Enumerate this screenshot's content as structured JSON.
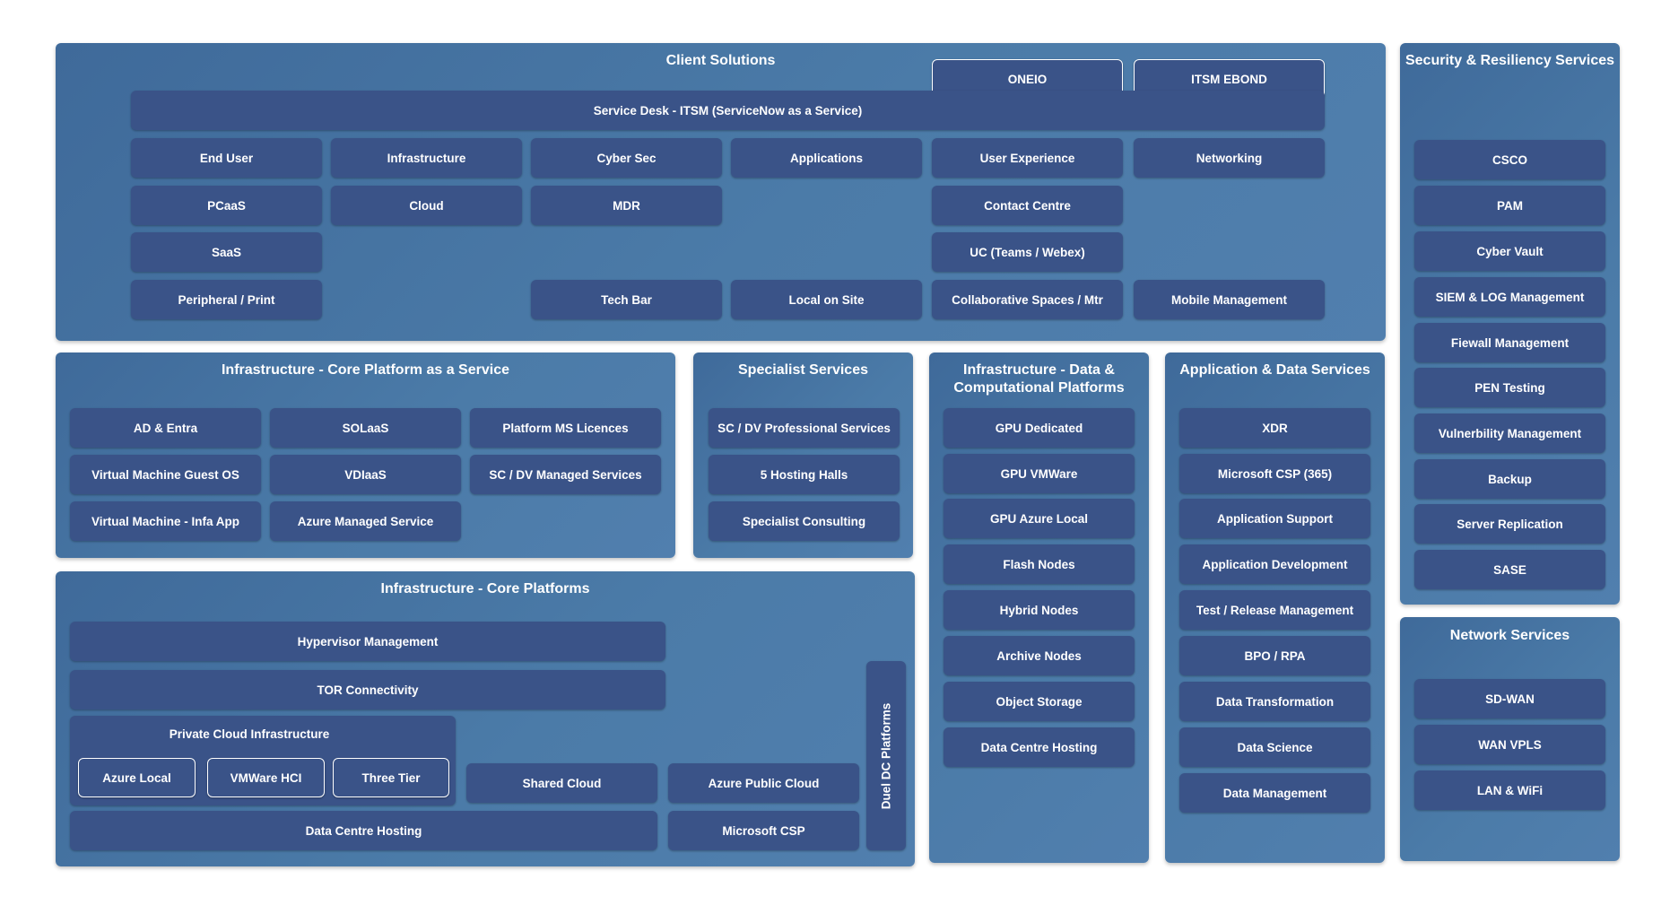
{
  "client_solutions": {
    "title": "Client Solutions",
    "oneio": "ONEIO",
    "itsm_ebond": "ITSM EBOND",
    "service_desk": "Service Desk - ITSM (ServiceNow as a Service)",
    "end_user": "End User",
    "infrastructure": "Infrastructure",
    "cyber_sec": "Cyber Sec",
    "applications": "Applications",
    "user_experience": "User Experience",
    "networking": "Networking",
    "pcaas": "PCaaS",
    "cloud": "Cloud",
    "mdr": "MDR",
    "contact_centre": "Contact Centre",
    "saas": "SaaS",
    "uc": "UC (Teams / Webex)",
    "peripheral": "Peripheral / Print",
    "tech_bar": "Tech Bar",
    "local_on_site": "Local on Site",
    "collab_spaces": "Collaborative Spaces / Mtr",
    "mobile_mgmt": "Mobile Management"
  },
  "security": {
    "title": "Security & Resiliency Services",
    "items": [
      "CSCO",
      "PAM",
      "Cyber Vault",
      "SIEM & LOG Management",
      "Fiewall Management",
      "PEN Testing",
      "Vulnerbility Management",
      "Backup",
      "Server Replication",
      "SASE"
    ]
  },
  "network": {
    "title": "Network Services",
    "items": [
      "SD-WAN",
      "WAN VPLS",
      "LAN & WiFi"
    ]
  },
  "core_paas": {
    "title": "Infrastructure - Core Platform as a Service",
    "ad_entra": "AD & Entra",
    "solaas": "SOLaaS",
    "platform_ms": "Platform MS Licences",
    "vm_guest": "Virtual Machine Guest OS",
    "vdiaas": "VDIaaS",
    "sc_dv_managed": "SC / DV Managed Services",
    "vm_infa": "Virtual Machine - Infa App",
    "azure_managed": "Azure Managed Service"
  },
  "specialist": {
    "title": "Specialist Services",
    "items": [
      "SC / DV Professional Services",
      "5 Hosting Halls",
      "Specialist Consulting"
    ]
  },
  "data_compute": {
    "title_line1": "Infrastructure - Data &",
    "title_line2": "Computational Platforms",
    "items": [
      "GPU Dedicated",
      "GPU VMWare",
      "GPU Azure Local",
      "Flash Nodes",
      "Hybrid Nodes",
      "Archive Nodes",
      "Object Storage",
      "Data Centre Hosting"
    ]
  },
  "app_data": {
    "title": "Application & Data Services",
    "items": [
      "XDR",
      "Microsoft CSP (365)",
      "Application Support",
      "Application Development",
      "Test / Release Management",
      "BPO / RPA",
      "Data Transformation",
      "Data Science",
      "Data Management"
    ]
  },
  "core_platforms": {
    "title": "Infrastructure - Core Platforms",
    "hypervisor": "Hypervisor Management",
    "tor": "TOR Connectivity",
    "private_cloud": "Private Cloud Infrastructure",
    "azure_local": "Azure Local",
    "vmware_hci": "VMWare HCI",
    "three_tier": "Three Tier",
    "shared_cloud": "Shared Cloud",
    "azure_public": "Azure Public Cloud",
    "dc_hosting": "Data Centre Hosting",
    "microsoft_csp": "Microsoft CSP",
    "duel_dc": "Duel DC Platforms"
  }
}
